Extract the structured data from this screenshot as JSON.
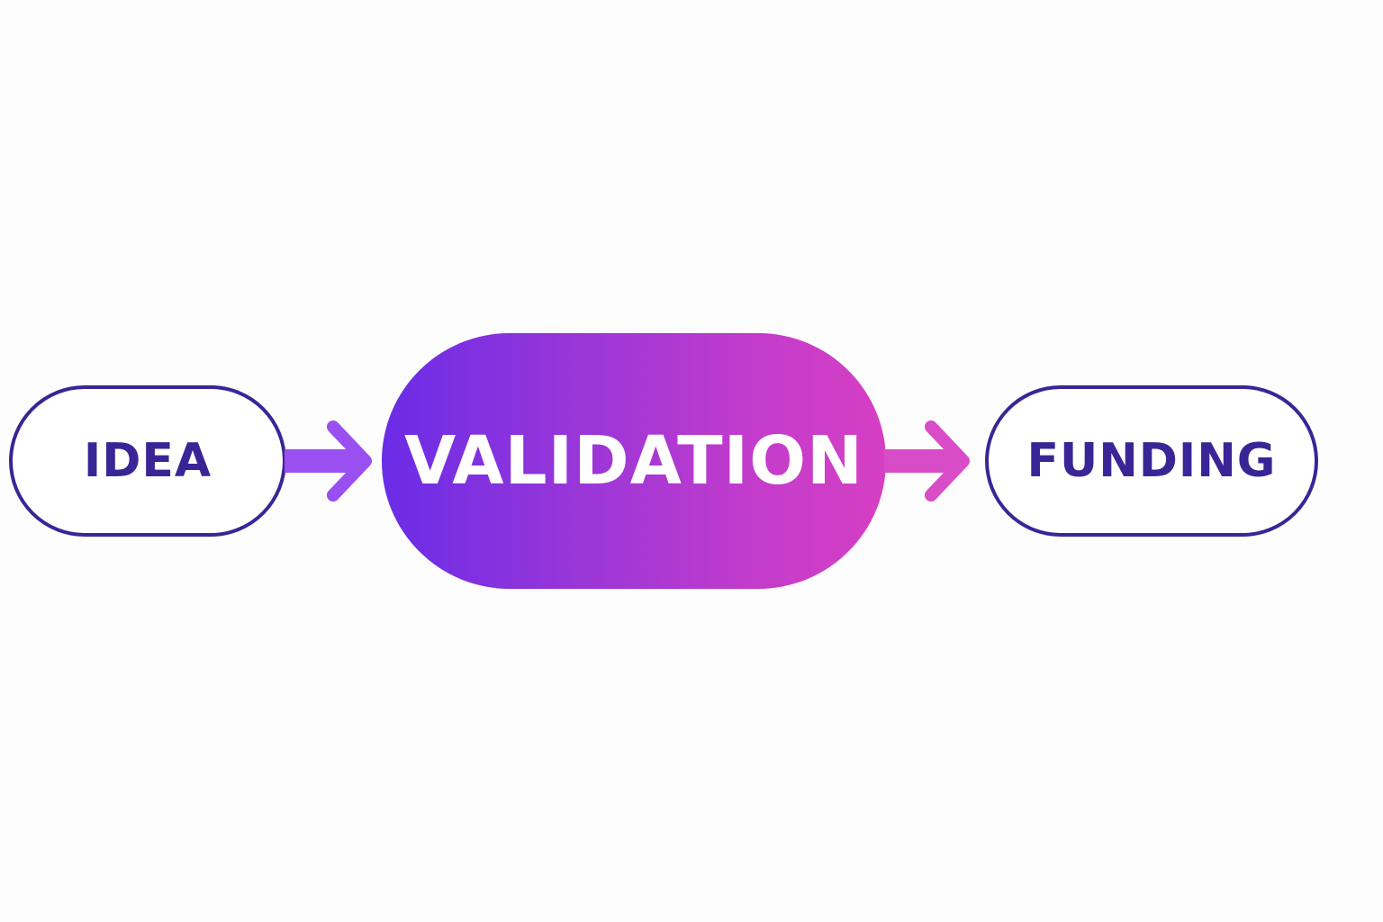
{
  "stages": [
    {
      "label": "IDEA"
    },
    {
      "label": "VALIDATION"
    },
    {
      "label": "FUNDING"
    }
  ],
  "colors": {
    "outline": "#3a2596",
    "gradient_start": "#6a2ce6",
    "gradient_end": "#d63fc4",
    "arrow_1": "#9a4ff0",
    "arrow_2": "#d84cc8"
  }
}
